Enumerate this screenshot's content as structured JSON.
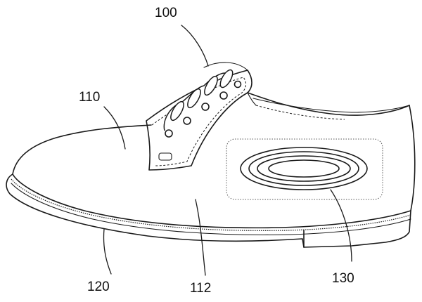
{
  "figure": {
    "reference_numerals": {
      "shoe": "100",
      "upper": "110",
      "upper_side_region": "112",
      "sole": "120",
      "heating_element": "130"
    }
  }
}
